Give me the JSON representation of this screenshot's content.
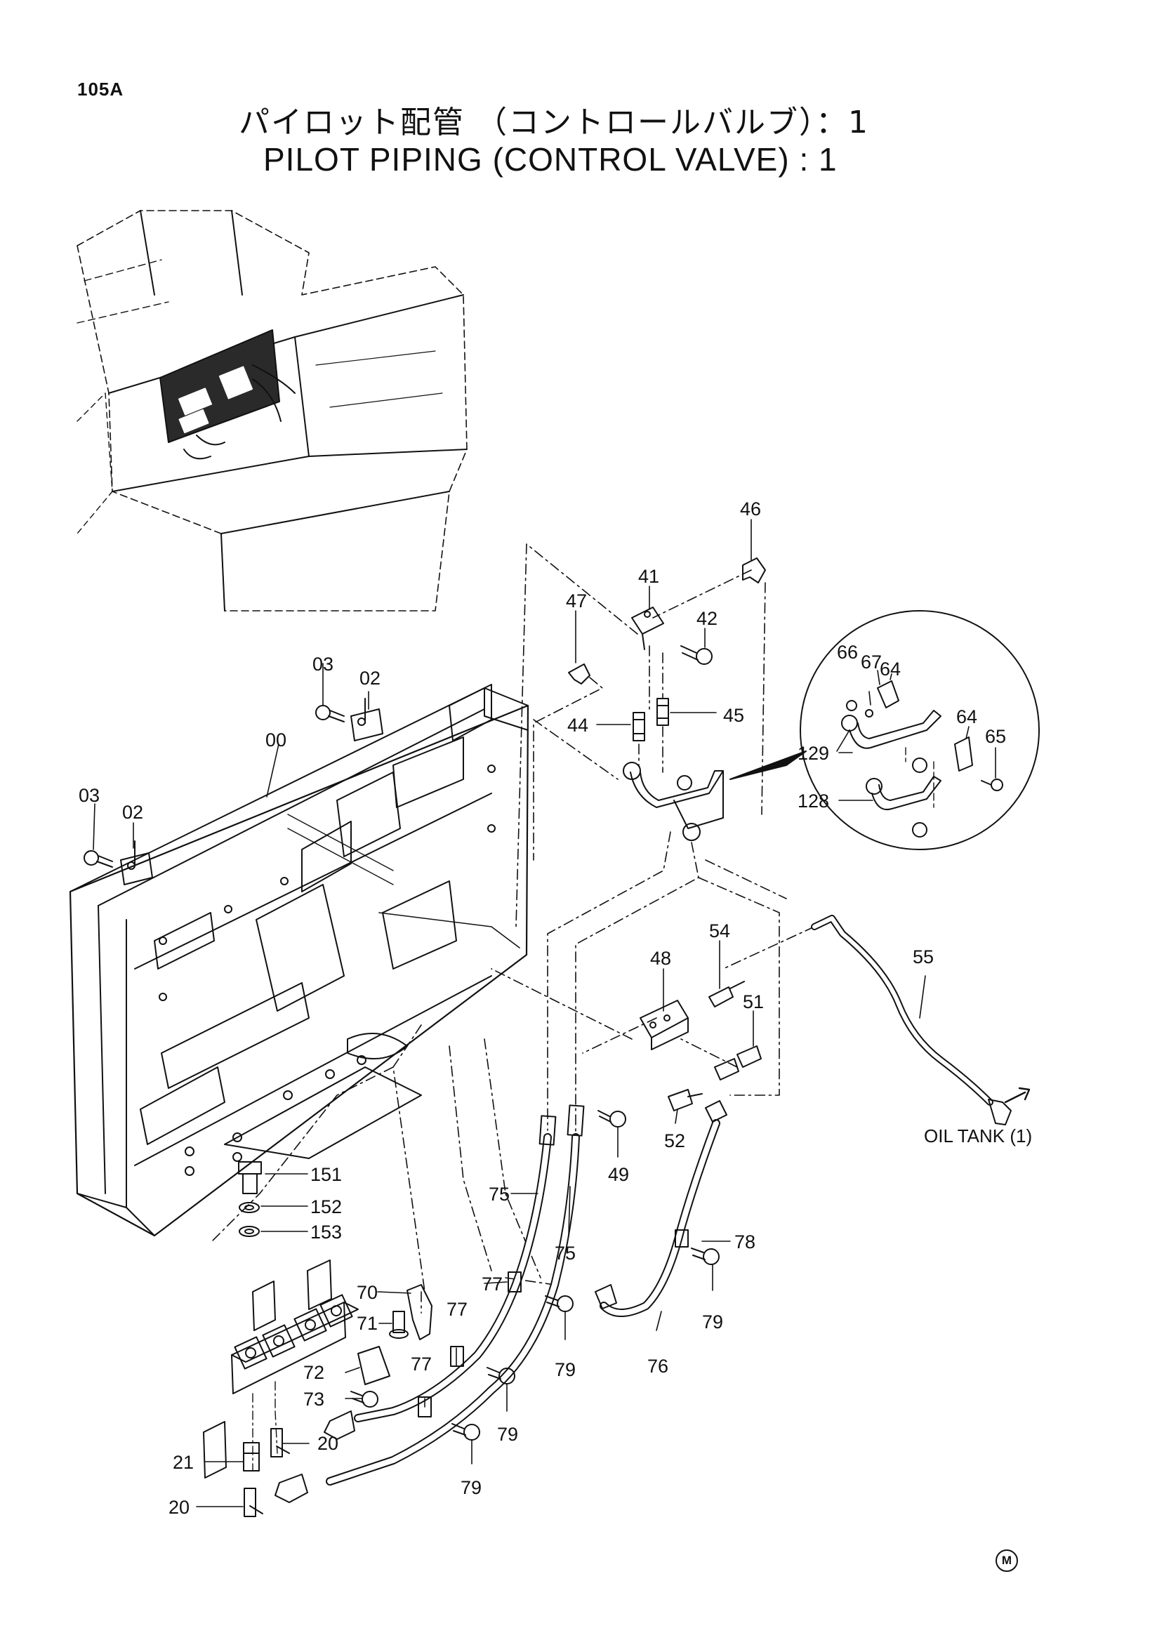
{
  "page_code": "105A",
  "title_jp": "パイロット配管 （コントロールバルブ）：1",
  "title_en": "PILOT PIPING (CONTROL VALVE) : 1",
  "notes": {
    "oil_tank": "OIL TANK (1)"
  },
  "corner_mark": "M",
  "callouts": {
    "c00": "00",
    "c02a": "02",
    "c02b": "02",
    "c03a": "03",
    "c03b": "03",
    "c20a": "20",
    "c20b": "20",
    "c21": "21",
    "c41": "41",
    "c42": "42",
    "c44": "44",
    "c45": "45",
    "c46": "46",
    "c47": "47",
    "c48": "48",
    "c49": "49",
    "c51": "51",
    "c52": "52",
    "c54": "54",
    "c55": "55",
    "c64a": "64",
    "c64b": "64",
    "c65": "65",
    "c66": "66",
    "c67": "67",
    "c70": "70",
    "c71": "71",
    "c72": "72",
    "c73": "73",
    "c75a": "75",
    "c75b": "75",
    "c76": "76",
    "c77a": "77",
    "c77b": "77",
    "c77c": "77",
    "c78": "78",
    "c79a": "79",
    "c79b": "79",
    "c79c": "79",
    "c79d": "79",
    "c128": "128",
    "c129": "129",
    "c151": "151",
    "c152": "152",
    "c153": "153"
  }
}
